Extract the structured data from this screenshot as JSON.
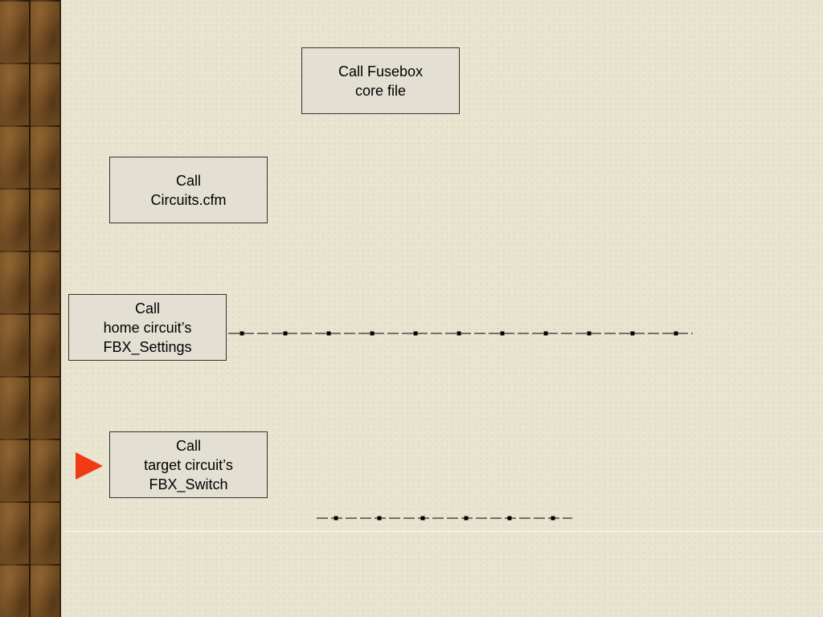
{
  "slide": {
    "boxes": {
      "fusebox_core": "Call Fusebox\ncore file",
      "circuits": "Call\nCircuits.cfm",
      "fbx_settings": "Call\nhome circuit’s\nFBX_Settings",
      "fbx_switch": "Call\ntarget circuit’s\nFBX_Switch"
    },
    "current_step": "fbx_switch",
    "colors": {
      "pointer": "#f03a14",
      "connector": "#000000",
      "box_fill": "#e3dfd3",
      "background": "#e9e4cf",
      "sidebar": "#6e4a22"
    },
    "icons": {
      "pointer": "triangle-pointer-icon"
    }
  }
}
